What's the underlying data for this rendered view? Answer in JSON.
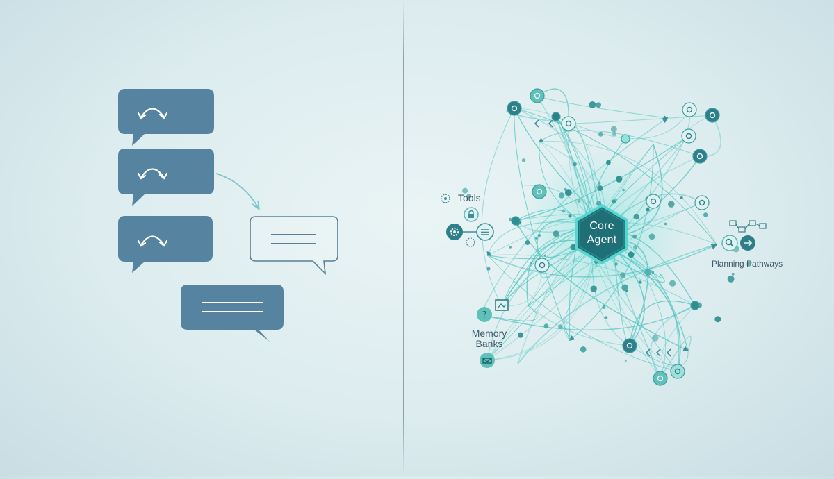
{
  "core": {
    "label": "Core\nAgent"
  },
  "labels": {
    "tools": "Tools",
    "memory": "Memory\nBanks",
    "planning": "Planning Pathways"
  },
  "colors": {
    "background": "#dcecef",
    "chat_bubble": "#5683a0",
    "outline_bubble": "#5a7f96",
    "network_line": "#4fc4bf",
    "node_fill": "#2f8f90",
    "core_fill": "#1f6f76",
    "core_border": "#56d6cf",
    "text": "#3e5a6a"
  },
  "icons": {
    "chat_bubble_icon": "loop-arrow-icon",
    "tool_icons": [
      "gear-icon",
      "lock-icon",
      "list-icon",
      "gear-icon"
    ],
    "memory_icons": [
      "question-icon",
      "image-icon",
      "envelope-icon"
    ],
    "planning_icons": [
      "search-icon",
      "arrow-icon",
      "flow-diagram-icon"
    ]
  }
}
